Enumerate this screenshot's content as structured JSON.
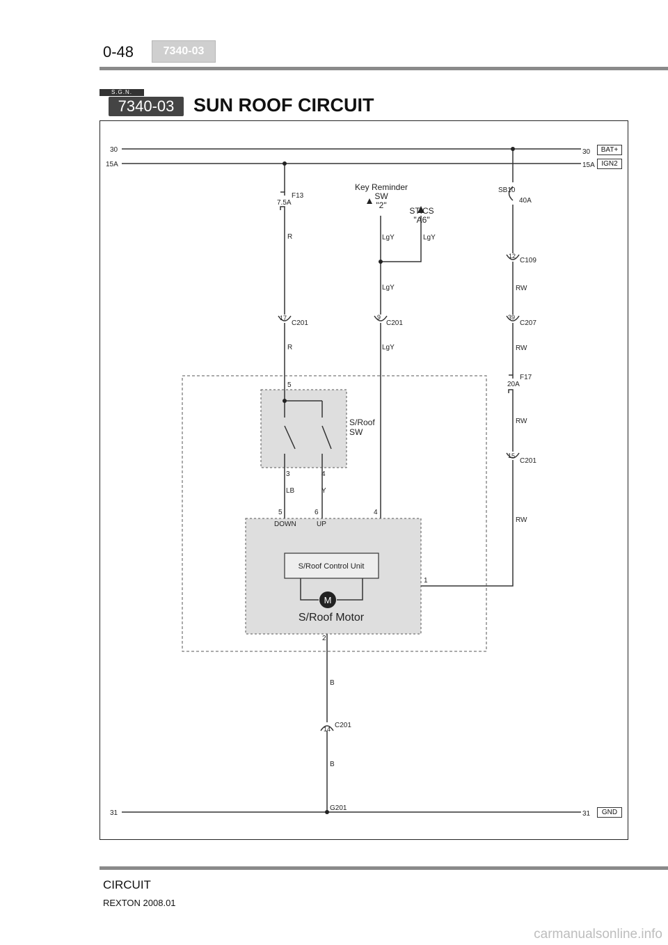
{
  "header": {
    "page_number": "0-48",
    "badge": "7340-03"
  },
  "title": {
    "sgn": "S.G.N.",
    "code": "7340-03",
    "text": "SUN ROOF CIRCUIT"
  },
  "footer": {
    "section": "CIRCUIT",
    "model": "REXTON 2008.01"
  },
  "watermark": "carmanualsonline.info",
  "diagram": {
    "rails": {
      "r30_left": "30",
      "r30_right": "30",
      "r30_tag": "BAT+",
      "r15_left": "15A",
      "r15_right": "15A",
      "r15_tag": "IGN2",
      "r31_left": "31",
      "r31_right": "31",
      "r31_tag": "GND"
    },
    "fuses": {
      "f13": {
        "name": "F13",
        "rating": "7.5A"
      },
      "sb10": {
        "name": "SB10",
        "rating": "40A"
      },
      "f17": {
        "name": "F17",
        "rating": "20A"
      }
    },
    "wires": {
      "r1": "R",
      "r2": "R",
      "lgy1": "LgY",
      "lgy2": "LgY",
      "lgy3": "LgY",
      "lgy4": "LgY",
      "rw1": "RW",
      "rw2": "RW",
      "rw3": "RW",
      "rw4": "RW",
      "lb": "LB",
      "y": "Y",
      "b1": "B",
      "b2": "B"
    },
    "connectors": {
      "c201_17": {
        "pin": "17",
        "name": "C201"
      },
      "c201_9": {
        "pin": "9",
        "name": "C201"
      },
      "c109_12": {
        "pin": "12",
        "name": "C109"
      },
      "c207_39": {
        "pin": "39",
        "name": "C207"
      },
      "c201_15": {
        "pin": "15",
        "name": "C201"
      },
      "c201_14": {
        "pin": "14",
        "name": "C201"
      },
      "g201": "G201"
    },
    "key_reminder": {
      "line1": "Key Reminder",
      "line2": "SW",
      "line3": "\"2\""
    },
    "stics": {
      "line1": "STICS",
      "line2": "\"A6\""
    },
    "switch": {
      "label1": "S/Roof",
      "label2": "SW",
      "pin_top": "5",
      "pin3": "3",
      "pin4": "4"
    },
    "motor_unit": {
      "pin5": "5",
      "pin6": "6",
      "pin4": "4",
      "pin1": "1",
      "pin2": "2",
      "down": "DOWN",
      "up": "UP",
      "control_unit": "S/Roof Control Unit",
      "motor_symbol": "M",
      "motor": "S/Roof Motor"
    }
  }
}
